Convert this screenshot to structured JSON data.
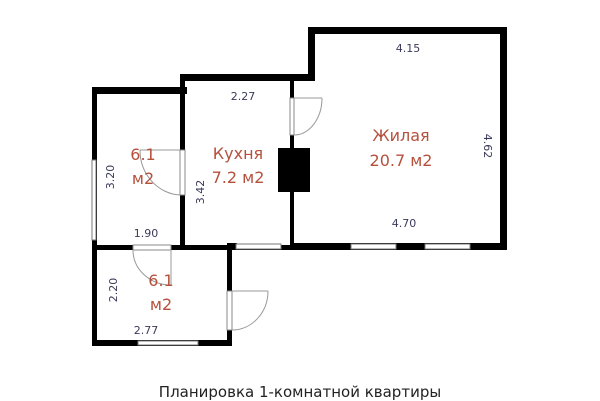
{
  "plan": {
    "caption": "Планировка 1-комнатной квартиры",
    "rooms": {
      "living": {
        "name": "Жилая",
        "area": "20.7 м2"
      },
      "kitchen": {
        "name": "Кухня",
        "area": "7.2 м2"
      },
      "room_a": {
        "area_num": "6.1",
        "area_unit": "м2"
      },
      "room_b": {
        "area_num": "6.1",
        "area_unit": "м2"
      }
    },
    "dimensions": {
      "living_top": "4.15",
      "living_right": "4.62",
      "living_bottom": "4.70",
      "kitchen_top": "2.27",
      "kitchen_left": "3.42",
      "room_a_left": "3.20",
      "room_a_bottom": "1.90",
      "room_b_left": "2.20",
      "room_b_bottom": "2.77"
    },
    "colors": {
      "walls": "#000000",
      "room_labels": "#b5503c",
      "dimension_labels": "#3a3a5a"
    }
  }
}
